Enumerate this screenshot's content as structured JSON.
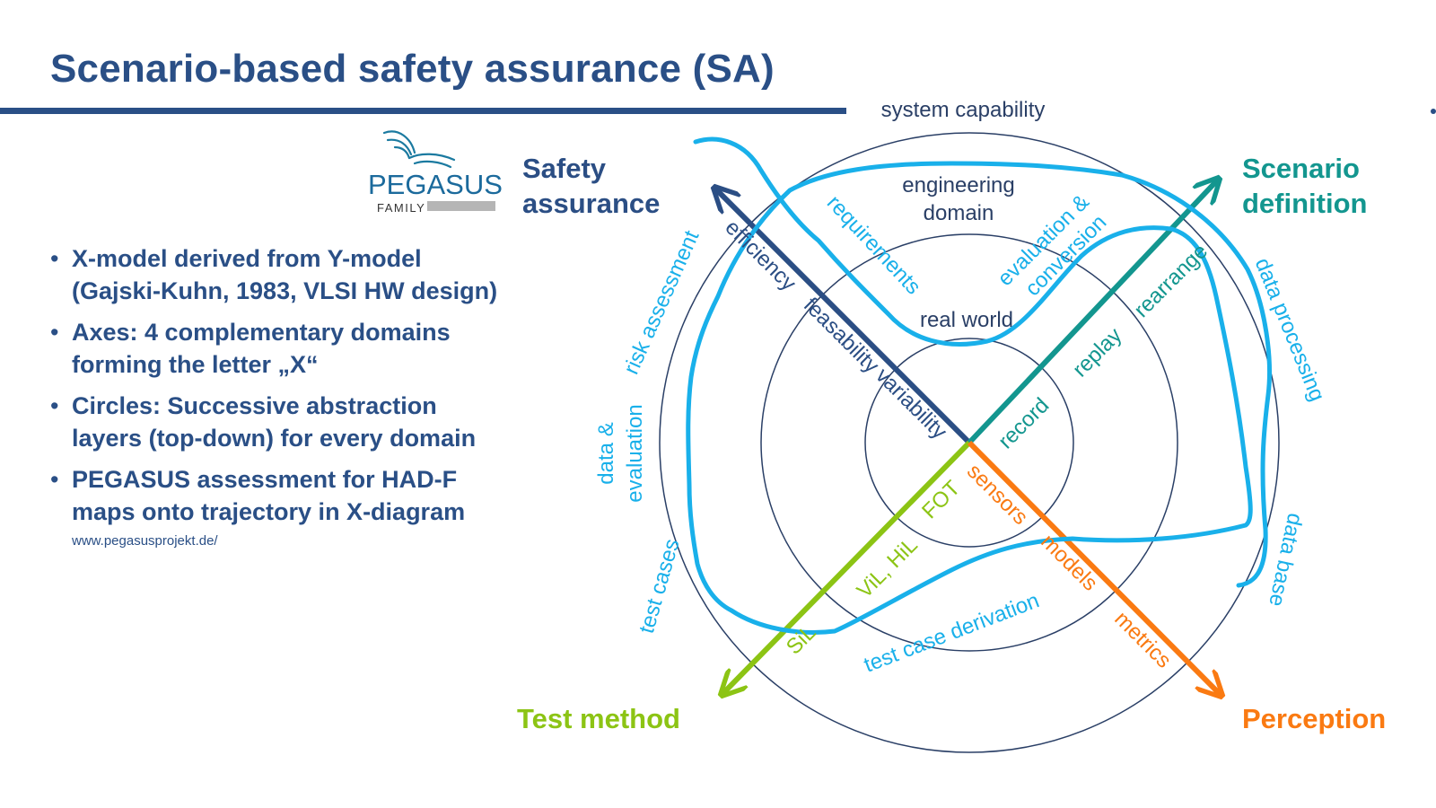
{
  "title": "Scenario-based safety assurance (SA)",
  "logo": {
    "name": "PEGASUS",
    "sub": "FAMILY"
  },
  "bullets": [
    {
      "line1": "X-model derived from Y-model",
      "line2": "(Gajski-Kuhn, 1983, VLSI HW design)"
    },
    {
      "line1": "Axes: 4 complementary domains",
      "line2": "forming the letter „X“"
    },
    {
      "line1": "Circles: Successive abstraction",
      "line2": "layers (top-down) for every domain"
    },
    {
      "line1": "PEGASUS assessment for HAD-F",
      "line2": "maps onto trajectory in X-diagram"
    }
  ],
  "source_url": "www.pegasusprojekt.de/",
  "colors": {
    "title": "#2a4f86",
    "safety": "#2b4e84",
    "scenario": "#13968f",
    "test": "#8cc414",
    "perception": "#fa7a12",
    "trajectory": "#19b0ea",
    "circles": "#2a3f66"
  },
  "diagram": {
    "layers": {
      "outer": "system capability",
      "middle_line1": "engineering",
      "middle_line2": "domain",
      "inner": "real world"
    },
    "axes": {
      "safety_line1": "Safety",
      "safety_line2": "assurance",
      "scenario_line1": "Scenario",
      "scenario_line2": "definition",
      "test": "Test method",
      "perception": "Perception"
    },
    "axis_labels": {
      "safety": [
        "variability",
        "feasability",
        "efficiency"
      ],
      "scenario": [
        "record",
        "replay",
        "rearrange"
      ],
      "test": [
        "FOT",
        "ViL, HiL",
        "SiL"
      ],
      "perception": [
        "sensors",
        "models",
        "metrics"
      ]
    },
    "ring_labels": {
      "requirements": "requirements",
      "evaluation_line1": "evaluation &",
      "evaluation_line2": "conversion",
      "risk": "risk assessment",
      "data_eval_line1": "data &",
      "data_eval_line2": "evaluation",
      "test_cases": "test cases",
      "test_case_derivation": "test case derivation",
      "data_processing": "data processing",
      "data_base": "data base"
    }
  }
}
